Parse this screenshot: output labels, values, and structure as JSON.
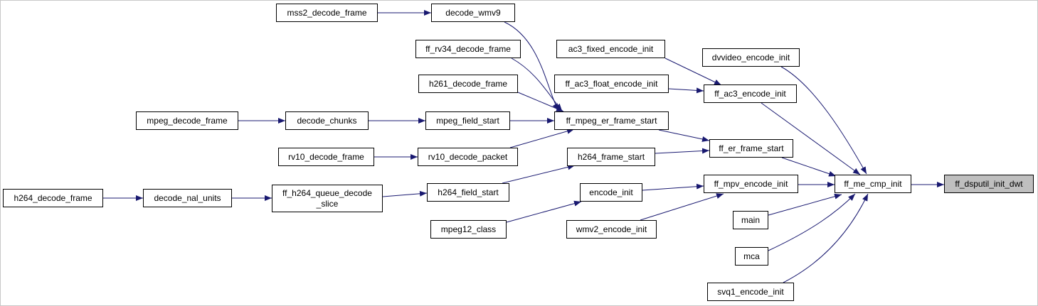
{
  "colors": {
    "edge": "#191970",
    "node_border": "#000000",
    "node_fill": "#ffffff",
    "current_fill": "#bfbfbf"
  },
  "nodes": {
    "mss2_decode_frame": "mss2_decode_frame",
    "decode_wmv9": "decode_wmv9",
    "ff_rv34_decode_frame": "ff_rv34_decode_frame",
    "h261_decode_frame": "h261_decode_frame",
    "mpeg_decode_frame": "mpeg_decode_frame",
    "decode_chunks": "decode_chunks",
    "mpeg_field_start": "mpeg_field_start",
    "rv10_decode_frame": "rv10_decode_frame",
    "rv10_decode_packet": "rv10_decode_packet",
    "h264_decode_frame": "h264_decode_frame",
    "decode_nal_units": "decode_nal_units",
    "ff_h264_queue_decode_slice_line1": "ff_h264_queue_decode",
    "ff_h264_queue_decode_slice_line2": "_slice",
    "h264_field_start": "h264_field_start",
    "mpeg12_class": "mpeg12_class",
    "ff_mpeg_er_frame_start": "ff_mpeg_er_frame_start",
    "h264_frame_start": "h264_frame_start",
    "encode_init": "encode_init",
    "wmv2_encode_init": "wmv2_encode_init",
    "ac3_fixed_encode_init": "ac3_fixed_encode_init",
    "ff_ac3_float_encode_init": "ff_ac3_float_encode_init",
    "dvvideo_encode_init": "dvvideo_encode_init",
    "ff_ac3_encode_init": "ff_ac3_encode_init",
    "ff_er_frame_start": "ff_er_frame_start",
    "ff_mpv_encode_init": "ff_mpv_encode_init",
    "main": "main",
    "mca": "mca",
    "svq1_encode_init": "svq1_encode_init",
    "ff_me_cmp_init": "ff_me_cmp_init",
    "ff_dsputil_init_dwt": "ff_dsputil_init_dwt"
  }
}
